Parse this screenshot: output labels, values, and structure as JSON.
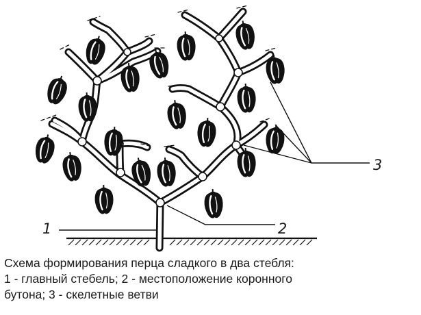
{
  "diagram": {
    "labels": {
      "main_stem": "1",
      "crown_bud": "2",
      "skeletal_branches": "3"
    }
  },
  "caption": {
    "line1": "Схема формирования перца сладкого в два стебля:",
    "line2": "1 - главный стебель; 2 - местоположение коронного",
    "line3": "бутона; 3 - скелетные ветви"
  }
}
